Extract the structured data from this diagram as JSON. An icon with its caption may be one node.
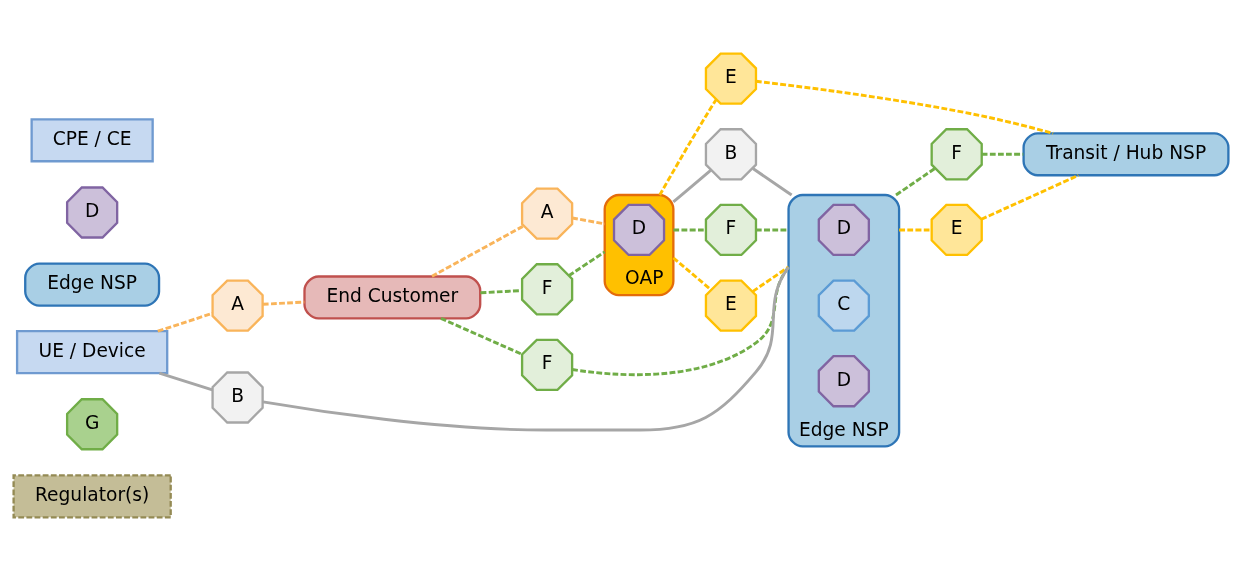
{
  "diagram": {
    "nodes": [
      {
        "text": [
          "Regulator(s)"
        ]
      },
      {
        "text": [
          "G"
        ]
      },
      {
        "text": [
          "OAP"
        ]
      },
      {
        "text": [
          "D"
        ],
        "in": 2
      },
      {
        "text": [
          "A"
        ]
      },
      {
        "text": [
          "F"
        ]
      },
      {
        "text": [
          "End Customer"
        ]
      },
      {
        "text": [
          "A"
        ]
      },
      {
        "text": [
          "F"
        ]
      },
      {
        "text": [
          "B"
        ]
      },
      {
        "text": [
          "F"
        ]
      },
      {
        "text": [
          "E"
        ]
      },
      {
        "text": [
          "E"
        ]
      },
      {
        "text": [
          "Edge NSP"
        ]
      },
      {
        "text": [
          "UE / Device"
        ]
      },
      {
        "text": [
          "B"
        ]
      },
      {
        "text": [
          "Edge NSP"
        ]
      },
      {
        "text": [
          "D"
        ],
        "in": 16
      },
      {
        "text": [
          "C"
        ],
        "in": 16
      },
      {
        "text": [
          "D"
        ],
        "in": 16
      },
      {
        "text": [
          "F"
        ]
      },
      {
        "text": [
          "D"
        ]
      },
      {
        "text": [
          "CPE / CE"
        ]
      },
      {
        "text": [
          "E"
        ]
      },
      {
        "text": [
          "Transit / Hub NSP"
        ]
      }
    ],
    "edges": [
      {
        "from": 14,
        "to": 7,
        "arrow": "none",
        "style": "dashed",
        "color": "#f9b45a"
      },
      {
        "from": 7,
        "to": 6,
        "arrow": "none",
        "style": "dashed",
        "color": "#f9b45a"
      },
      {
        "from": 6,
        "to": 4,
        "arrow": "none",
        "style": "dashed",
        "color": "#f9b45a"
      },
      {
        "from": 4,
        "to": 2,
        "arrow": "none",
        "style": "dashed",
        "color": "#f9b45a"
      },
      {
        "from": 6,
        "to": 5,
        "arrow": "none",
        "style": "dashed",
        "color": "#70ad47"
      },
      {
        "from": 5,
        "to": 2,
        "arrow": "none",
        "style": "dashed",
        "color": "#70ad47"
      },
      {
        "from": 6,
        "to": 8,
        "arrow": "none",
        "style": "dashed",
        "color": "#70ad47"
      },
      {
        "from": 8,
        "to": 16,
        "arrow": "none",
        "style": "dashed",
        "color": "#70ad47"
      },
      {
        "from": 14,
        "to": 15,
        "arrow": "none",
        "color": "#a6a6a6"
      },
      {
        "from": 15,
        "to": 16,
        "arrow": "none",
        "color": "#a6a6a6"
      },
      {
        "from": 2,
        "to": 9,
        "arrow": "none",
        "color": "#a6a6a6"
      },
      {
        "from": 9,
        "to": 16,
        "arrow": "none",
        "color": "#a6a6a6"
      },
      {
        "from": 2,
        "to": 10,
        "arrow": "none",
        "style": "dashed",
        "color": "#70ad47"
      },
      {
        "from": 10,
        "to": 16,
        "arrow": "none",
        "style": "dashed",
        "color": "#70ad47"
      },
      {
        "from": 2,
        "to": 11,
        "arrow": "none",
        "style": "dashed",
        "color": "#ffc000"
      },
      {
        "from": 11,
        "to": 16,
        "arrow": "none",
        "style": "dashed",
        "color": "#ffc000"
      },
      {
        "from": 2,
        "to": 12,
        "arrow": "none",
        "style": "dashed",
        "color": "#ffc000"
      },
      {
        "from": 12,
        "to": 24,
        "arrow": "none",
        "style": "dashed",
        "color": "#ffc000"
      },
      {
        "from": 16,
        "to": 20,
        "arrow": "none",
        "style": "dashed",
        "color": "#70ad47"
      },
      {
        "from": 20,
        "to": 24,
        "arrow": "none",
        "style": "dashed",
        "color": "#70ad47"
      },
      {
        "from": 16,
        "to": 23,
        "arrow": "none",
        "style": "dashed",
        "color": "#ffc000"
      },
      {
        "from": 23,
        "to": 24,
        "arrow": "none",
        "style": "dashed",
        "color": "#ffc000"
      }
    ]
  }
}
